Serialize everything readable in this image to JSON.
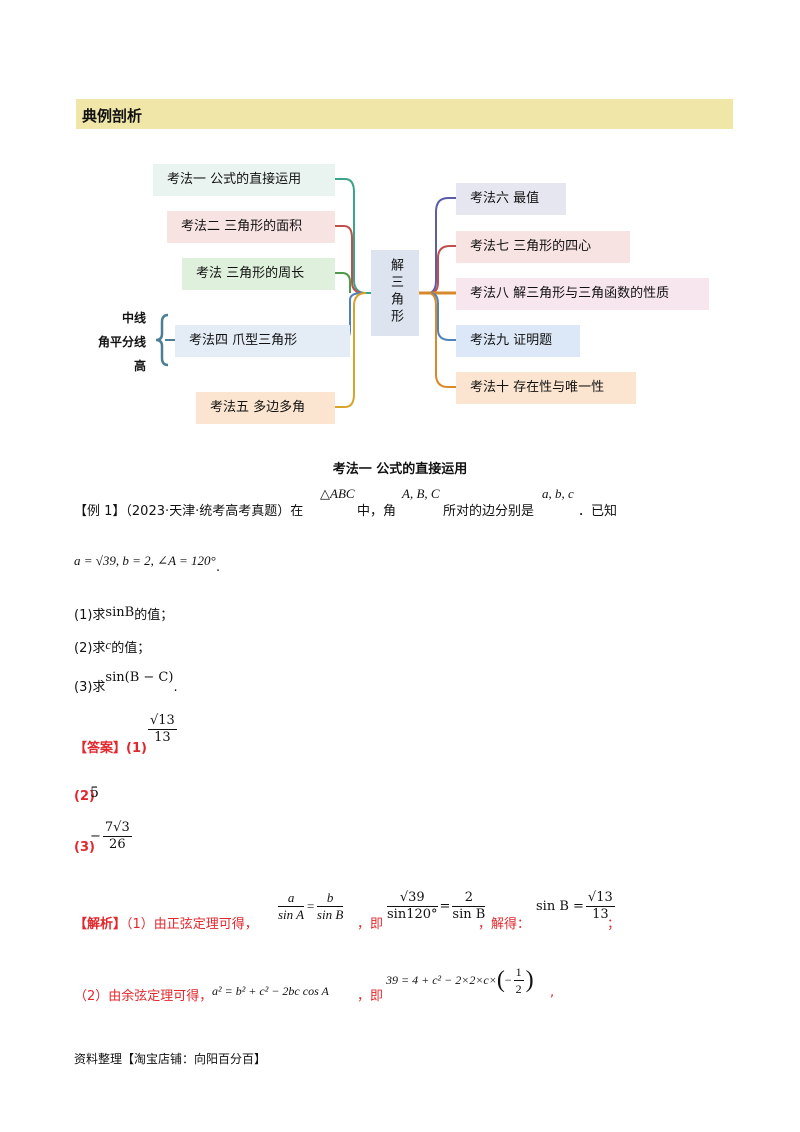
{
  "header": {
    "title": "典例剖析"
  },
  "mindmap": {
    "center": "解三角形",
    "left_items": [
      {
        "label": "考法一  公式的直接运用",
        "color": "#e9f4f1",
        "line": "#3aa38a"
      },
      {
        "label": "考法二  三角形的面积",
        "color": "#f8e3e3",
        "line": "#c0504d"
      },
      {
        "label": "考法  三角形的周长",
        "color": "#dff0dc",
        "line": "#4c9a4a"
      },
      {
        "label": "考法四    爪型三角形",
        "color": "#e4ecf5",
        "line": "#4f81bd"
      },
      {
        "label": "考法五  多边多角",
        "color": "#fbe5d0",
        "line": "#d8a32a"
      }
    ],
    "right_items": [
      {
        "label": "考法六  最值",
        "color": "#e6e6f0",
        "line": "#5b5ea6"
      },
      {
        "label": "考法七    三角形的四心",
        "color": "#f8e3e3",
        "line": "#c0504d"
      },
      {
        "label": "考法八  解三角形与三角函数的性质",
        "color": "#f7e6ee",
        "line": "#b45b8c"
      },
      {
        "label": "考法九  证明题",
        "color": "#dce8f7",
        "line": "#4f81bd"
      },
      {
        "label": "考法十  存在性与唯一性",
        "color": "#fbe5d0",
        "line": "#d88a2a"
      }
    ],
    "side_labels": [
      "中线",
      "角平分线",
      "高"
    ]
  },
  "section_title": "考法一  公式的直接运用",
  "example": {
    "tag": "【例 1】",
    "source": "（2023·天津·统考高考真题）在",
    "triangle": "△ABC",
    "mid1": "中，角",
    "angles": "A, B, C",
    "mid2": "所对的边分别是",
    "sides": "a, b, c",
    "mid3": "．已知",
    "given": "a = √39, b = 2, ∠A = 120°",
    "q1_prefix": "(1)求",
    "q1_math": "sinB",
    "q1_suffix": "的值；",
    "q2_prefix": "(2)求",
    "q2_math": "c",
    "q2_suffix": "的值；",
    "q3_prefix": "(3)求",
    "q3_math": "sin(B − C)",
    "q3_suffix": "."
  },
  "answer": {
    "tag": "【答案】",
    "a1_label": "(1)",
    "a1_num": "√13",
    "a1_den": "13",
    "a2_label": "(2)",
    "a2_val": "5",
    "a3_label": "(3)",
    "a3_sign": "−",
    "a3_num": "7√3",
    "a3_den": "26"
  },
  "analysis": {
    "tag": "【解析】",
    "p1_text": "（1）由正弦定理可得，",
    "f1_num": "a",
    "f1_den": "sin A",
    "f2_num": "b",
    "f2_den": "sin B",
    "p1_mid": "，即",
    "f3_num": "√39",
    "f3_den": "sin120°",
    "f4_num": "2",
    "f4_den": "sin B",
    "p1_mid2": "，解得：",
    "p1_lhs": "sin B =",
    "f5_num": "√13",
    "f5_den": "13",
    "p1_end": "；",
    "p2_text": "（2）由余弦定理可得，",
    "p2_formula": "a² = b² + c² − 2bc cos A",
    "p2_mid": "，即",
    "p2_formula2": "39 = 4 + c² − 2×2×c×",
    "p2_half_num": "1",
    "p2_half_den": "2",
    "p2_end": ","
  },
  "footer": "资料整理【淘宝店铺：向阳百分百】"
}
